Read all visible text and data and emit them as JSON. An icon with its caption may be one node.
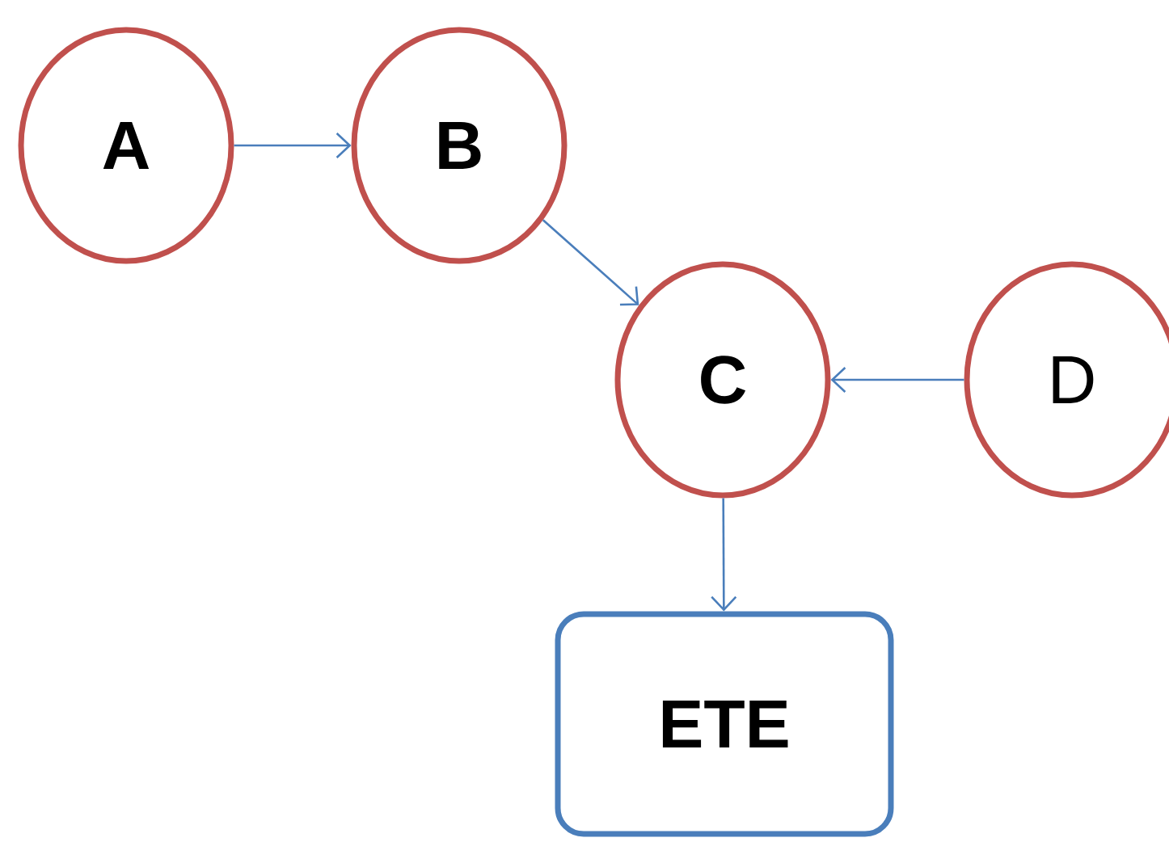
{
  "diagram": {
    "nodes": [
      {
        "text": [
          "A"
        ]
      },
      {
        "text": [
          "B"
        ]
      },
      {
        "text": [
          "C"
        ]
      },
      {
        "text": [
          "D"
        ]
      },
      {
        "text": [
          "ETE"
        ]
      }
    ],
    "edges": [
      {
        "from": 0,
        "to": 1,
        "arrow": "to"
      },
      {
        "from": 1,
        "to": 2,
        "arrow": "to"
      },
      {
        "from": 3,
        "to": 2,
        "arrow": "to"
      },
      {
        "from": 2,
        "to": 4,
        "arrow": "to"
      }
    ]
  }
}
